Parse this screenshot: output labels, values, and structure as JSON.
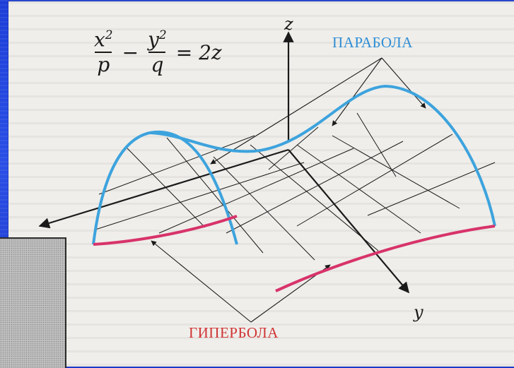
{
  "formula": {
    "x_num": "x",
    "x_exp": "2",
    "x_den": "p",
    "minus": "−",
    "y_num": "y",
    "y_exp": "2",
    "y_den": "q",
    "rhs": "= 2z"
  },
  "labels": {
    "parabola": "ПАРАБОЛА",
    "hyperbola": "ГИПЕРБОЛА",
    "axis_z": "z",
    "axis_y": "y"
  },
  "colors": {
    "parabola_curve": "#3da3dd",
    "hyperbola_curve": "#d8336b",
    "parabola_label": "#2f8ed6",
    "hyperbola_label": "#d03434",
    "slide_background": "#2a4fe6",
    "page": "#efeeea",
    "ink": "#1a1a1a"
  }
}
